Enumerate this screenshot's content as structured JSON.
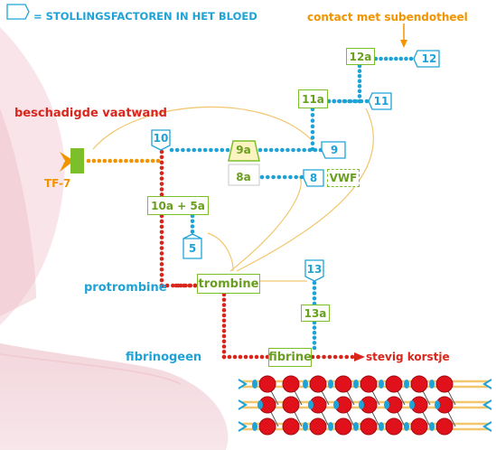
{
  "legend": {
    "text": "= STOLLINGSFACTOREN IN HET BLOED"
  },
  "labels": {
    "contact": "contact met subendotheel",
    "damaged": "beschadigde vaatwand",
    "tf7": "TF-7",
    "protrombine": "protrombine",
    "fibrinogeen": "fibrinogeen",
    "korstje": "stevig korstje"
  },
  "active_factors": {
    "f12a": "12a",
    "f11a": "11a",
    "f9a": "9a",
    "f8a": "8a",
    "f10a5a": "10a + 5a",
    "trombine": "trombine",
    "f13a": "13a",
    "fibrine": "fibrine",
    "vwf": "VWF"
  },
  "blood_factors": {
    "f12": "12",
    "f11": "11",
    "f10": "10",
    "f9": "9",
    "f8": "8",
    "f5": "5",
    "f13": "13"
  },
  "colors": {
    "blood_factor": "#1fa3d6",
    "active_factor": "#7cbf2a",
    "initiation": "#f29400",
    "main_path": "#d9261c",
    "feedback": "#f2c66d"
  }
}
